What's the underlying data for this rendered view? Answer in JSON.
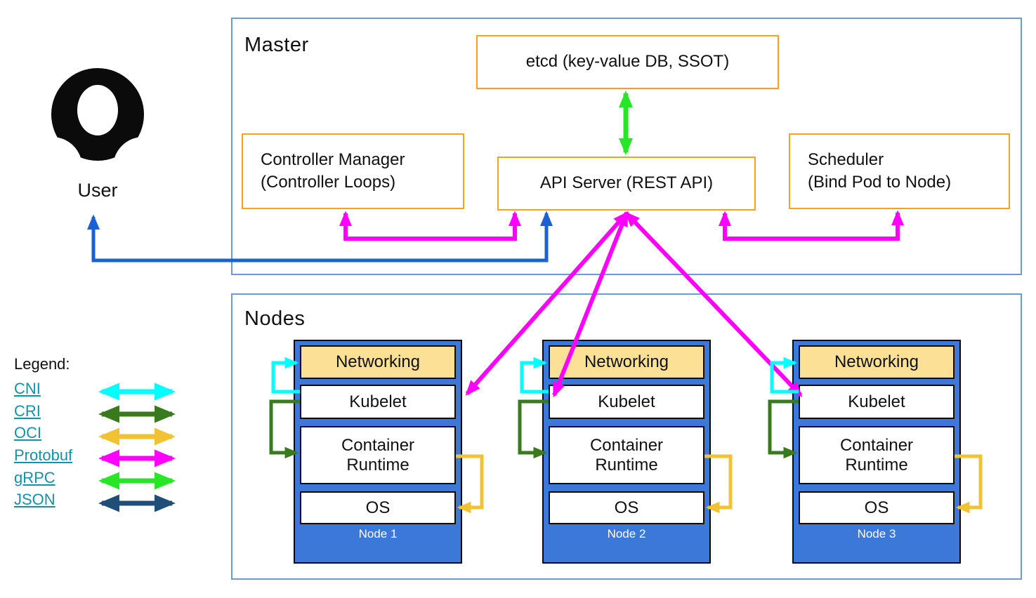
{
  "user": {
    "label": "User"
  },
  "master": {
    "title": "Master",
    "etcd_label": "etcd (key-value DB, SSOT)",
    "controller_manager_line1": "Controller Manager",
    "controller_manager_line2": "(Controller Loops)",
    "api_server_label": "API Server (REST API)",
    "scheduler_line1": "Scheduler",
    "scheduler_line2": "(Bind Pod to Node)"
  },
  "nodes_section": {
    "title": "Nodes"
  },
  "nodes": [
    {
      "label": "Node 1",
      "layers": [
        "Networking",
        "Kubelet",
        "Container Runtime",
        "OS"
      ]
    },
    {
      "label": "Node 2",
      "layers": [
        "Networking",
        "Kubelet",
        "Container Runtime",
        "OS"
      ]
    },
    {
      "label": "Node 3",
      "layers": [
        "Networking",
        "Kubelet",
        "Container Runtime",
        "OS"
      ]
    }
  ],
  "legend": {
    "title": "Legend:",
    "items": [
      {
        "label": "CNI",
        "color": "#00FFFF"
      },
      {
        "label": "CRI",
        "color": "#3A7A1F"
      },
      {
        "label": "OCI",
        "color": "#F1C232"
      },
      {
        "label": "Protobuf",
        "color": "#FF00FF"
      },
      {
        "label": "gRPC",
        "color": "#26E626"
      },
      {
        "label": "JSON",
        "color": "#1F4E79"
      }
    ]
  },
  "colors": {
    "section_border": "#6C9BD2",
    "component_border_orange": "#F9A11C",
    "node_fill_blue": "#3C78D8",
    "networking_fill": "#FCE096",
    "legend_link_teal": "#1591A5",
    "user_arrow_blue": "#1961D4"
  }
}
